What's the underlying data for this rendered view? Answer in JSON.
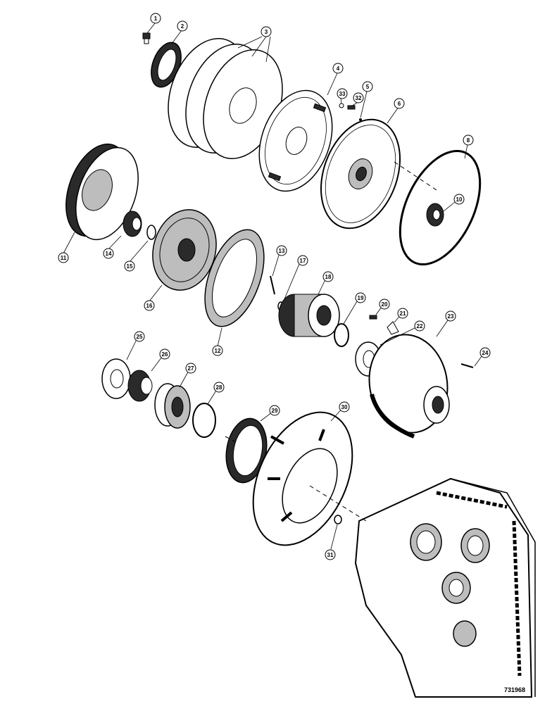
{
  "diagram": {
    "reference_number": "731968",
    "callouts": [
      {
        "id": "c1",
        "label": "1"
      },
      {
        "id": "c2",
        "label": "2"
      },
      {
        "id": "c3",
        "label": "3"
      },
      {
        "id": "c4",
        "label": "4"
      },
      {
        "id": "c5",
        "label": "5"
      },
      {
        "id": "c6",
        "label": "6"
      },
      {
        "id": "c8",
        "label": "8"
      },
      {
        "id": "c10",
        "label": "10"
      },
      {
        "id": "c11",
        "label": "11"
      },
      {
        "id": "c12",
        "label": "12"
      },
      {
        "id": "c13",
        "label": "13"
      },
      {
        "id": "c14",
        "label": "14"
      },
      {
        "id": "c15",
        "label": "15"
      },
      {
        "id": "c16",
        "label": "16"
      },
      {
        "id": "c17",
        "label": "17"
      },
      {
        "id": "c18",
        "label": "18"
      },
      {
        "id": "c19",
        "label": "19"
      },
      {
        "id": "c20",
        "label": "20"
      },
      {
        "id": "c21",
        "label": "21"
      },
      {
        "id": "c22",
        "label": "22"
      },
      {
        "id": "c23",
        "label": "23"
      },
      {
        "id": "c24",
        "label": "24"
      },
      {
        "id": "c25",
        "label": "25"
      },
      {
        "id": "c26",
        "label": "26"
      },
      {
        "id": "c27",
        "label": "27"
      },
      {
        "id": "c28",
        "label": "28"
      },
      {
        "id": "c29",
        "label": "29"
      },
      {
        "id": "c30",
        "label": "30"
      },
      {
        "id": "c31",
        "label": "31"
      },
      {
        "id": "c32",
        "label": "32"
      },
      {
        "id": "c33",
        "label": "33"
      }
    ]
  }
}
